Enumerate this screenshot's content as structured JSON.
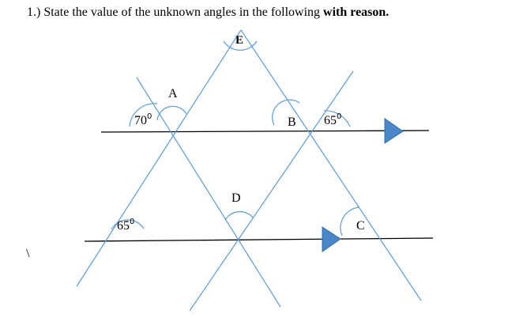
{
  "question": {
    "number": "1.)",
    "text": "State the value of the unknown angles in the following",
    "emphasis": "with reason."
  },
  "angles": {
    "top_apex": "E",
    "upper_left_unknown": "A",
    "upper_left_known": "70",
    "upper_right_unknown": "B",
    "upper_right_known": "65",
    "middle_unknown": "D",
    "lower_left_known": "65",
    "lower_right_unknown": "C"
  },
  "degree_symbol": "0",
  "stray_mark": "\\",
  "colors": {
    "transversal_lines": "#5b9bd5",
    "parallel_lines": "#000000",
    "arrow_fill": "#4a86c8",
    "arrow_stroke": "#2e6da4",
    "text": "#000000"
  }
}
